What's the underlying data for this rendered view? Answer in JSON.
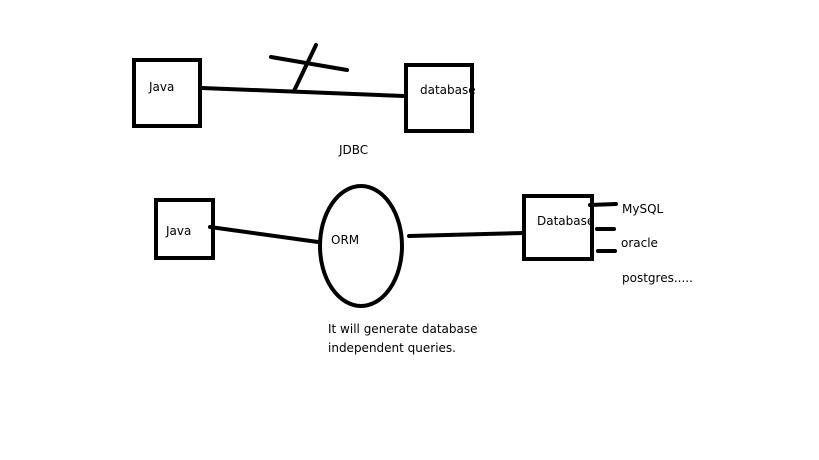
{
  "top": {
    "java_label": "Java",
    "database_label": "database",
    "jdbc_label": "JDBC"
  },
  "bottom": {
    "java_label": "Java",
    "orm_label": "ORM",
    "database_label": "Database",
    "db_types": [
      "MySQL",
      "oracle",
      "postgres....."
    ],
    "note_line1": "It will generate database",
    "note_line2": "independent queries."
  }
}
